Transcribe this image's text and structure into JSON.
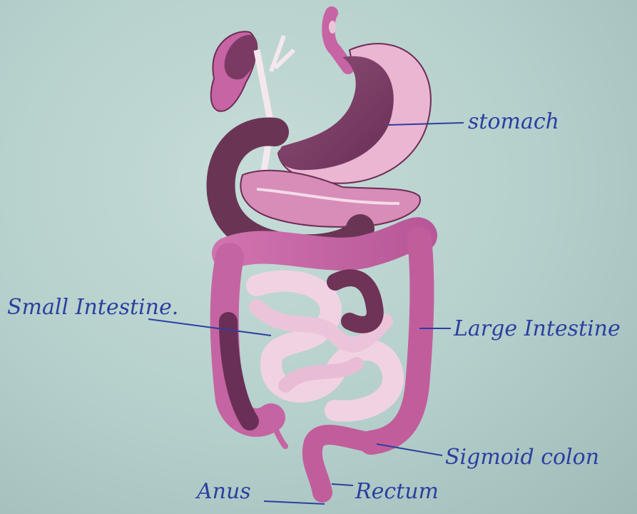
{
  "labels": {
    "stomach": "stomach",
    "small_intestine": "Small Intestine.",
    "large_intestine": "Large Intestine",
    "sigmoid_colon": "Sigmoid colon",
    "rectum": "Rectum",
    "anus": "Anus"
  },
  "colors": {
    "ink": "#2c3fa0",
    "organ_dark": "#7a3a64",
    "organ_mid": "#c76aa6",
    "organ_light": "#e8b6d2",
    "intestine_light": "#f1d2e3"
  }
}
